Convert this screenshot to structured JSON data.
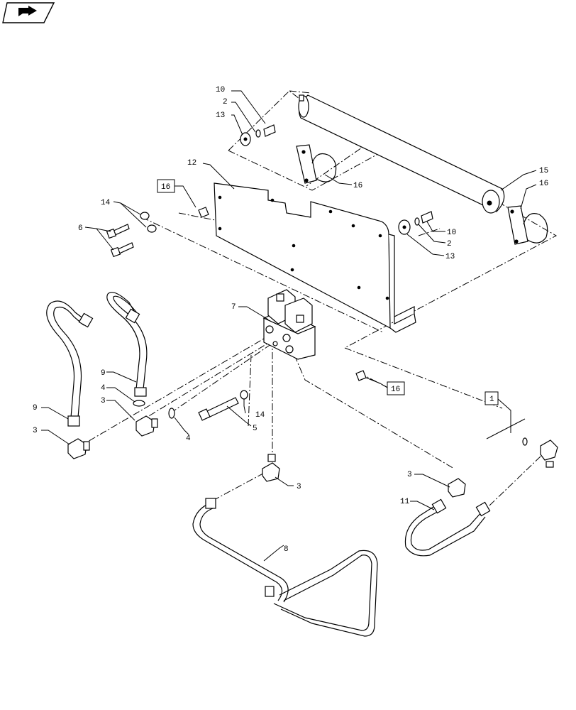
{
  "nav_icon": "next-page-arrow-icon",
  "callouts": {
    "c1": "1",
    "c2a": "2",
    "c2b": "2",
    "c3a": "3",
    "c3b": "3",
    "c3c": "3",
    "c3d": "3",
    "c4a": "4",
    "c4b": "4",
    "c5": "5",
    "c6": "6",
    "c7": "7",
    "c8": "8",
    "c9a": "9",
    "c9b": "9",
    "c10a": "10",
    "c10b": "10",
    "c11": "11",
    "c12": "12",
    "c13a": "13",
    "c13b": "13",
    "c14a": "14",
    "c14b": "14",
    "c15": "15",
    "c16a": "16",
    "c16b": "16",
    "c16c": "16",
    "c16d": "16"
  }
}
